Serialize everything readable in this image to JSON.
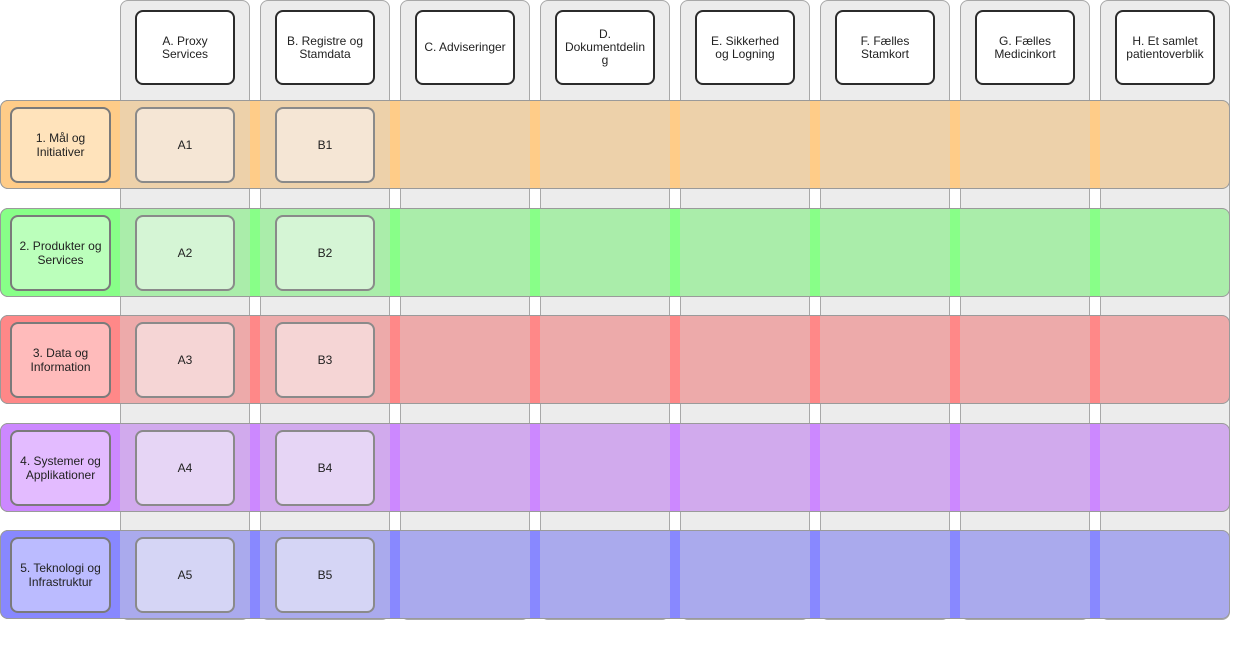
{
  "columns": [
    {
      "label": "A. Proxy Services"
    },
    {
      "label": "B. Registre og Stamdata"
    },
    {
      "label": "C. Adviseringer"
    },
    {
      "label": "D. Dokumentdeling"
    },
    {
      "label": "E. Sikkerhed og Logning"
    },
    {
      "label": "F. Fælles Stamkort"
    },
    {
      "label": "G. Fælles Medicinkort"
    },
    {
      "label": "H. Et samlet patientoverblik"
    }
  ],
  "rows": [
    {
      "label": "1. Mål og Initiativer",
      "band_color": "#edd1aa",
      "edge_color": "#ffcc88",
      "head_color": "#ffe3bb",
      "cell_color": "#f5e6d5",
      "cells": [
        "A1",
        "B1"
      ]
    },
    {
      "label": "2. Produkter og Services",
      "band_color": "#aaedaa",
      "edge_color": "#88ff88",
      "head_color": "#bbffbb",
      "cell_color": "#d5f5d5",
      "cells": [
        "A2",
        "B2"
      ]
    },
    {
      "label": "3. Data og Information",
      "band_color": "#edaaaa",
      "edge_color": "#ff8888",
      "head_color": "#ffbbbb",
      "cell_color": "#f5d5d5",
      "cells": [
        "A3",
        "B3"
      ]
    },
    {
      "label": "4. Systemer og Applikationer",
      "band_color": "#d1aaed",
      "edge_color": "#cc88ff",
      "head_color": "#e3bbff",
      "cell_color": "#e6d5f5",
      "cells": [
        "A4",
        "B4"
      ]
    },
    {
      "label": "5. Teknologi og Infrastruktur",
      "band_color": "#aaaaed",
      "edge_color": "#8888ff",
      "head_color": "#bbbbff",
      "cell_color": "#d5d5f5",
      "cells": [
        "A5",
        "B5"
      ]
    }
  ]
}
